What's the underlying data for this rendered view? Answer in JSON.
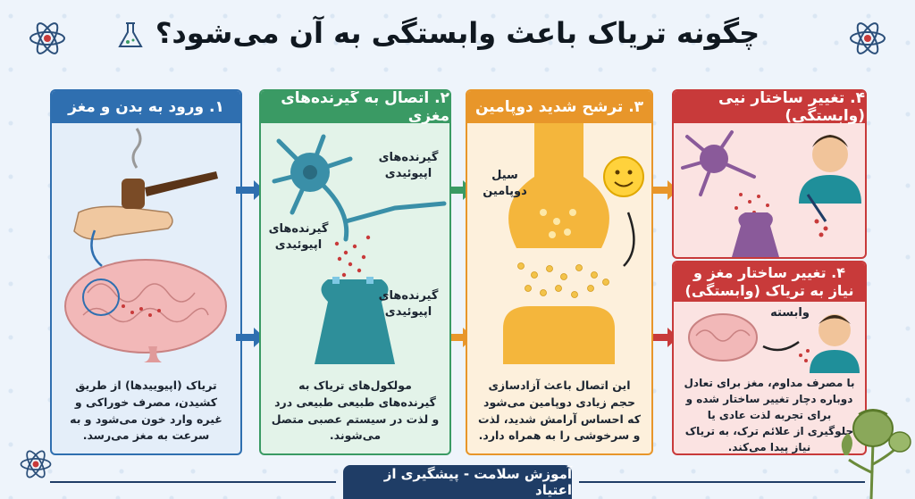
{
  "title": "چگونه تریاک باعث وابستگی به آن می‌شود؟",
  "footer": "آموزش سلامت - پیشگیری از اعتیاد",
  "icons": [
    "atom-icon",
    "atom-icon",
    "flask-icon",
    "atom-icon"
  ],
  "colors": {
    "blue": "#2f6fb0",
    "green": "#3a9a64",
    "orange": "#e8962a",
    "red": "#c83a3a"
  },
  "panels": {
    "p1": {
      "heading": "۱. ورود به بدن و مغز",
      "caption": "تریاک (اپیوییدها) از طریق کشیدن، مصرف خوراکی و غیره وارد خون می‌شود و به سرعت به مغز می‌رسد."
    },
    "p2": {
      "heading": "۲. اتصال به گیرنده‌های مغزی",
      "label_top": "گیرنده‌های اپیوئیدی",
      "label_mid": "گیرنده‌های اپیوئیدی",
      "label_bottom": "گیرنده‌های اپیوئیدی",
      "caption": "مولکول‌های تریاک به گیرنده‌های طبیعی طبیعی درد و لذت در سیستم عصبی متصل می‌شوند."
    },
    "p3": {
      "heading": "۳. ترشح شدید دوپامین",
      "label": "سیل دوپامین",
      "caption": "این اتصال باعث آزادسازی حجم زیادی دوپامین می‌شود که احساس آرامش شدید، لذت و سرخوشی را به همراه دارد."
    },
    "p4": {
      "heading": "۴. تغییر ساختار نیی (وابستگی)"
    },
    "p5": {
      "heading": "۴. تغییر ساختار مغز و نیاز به تریاک (وابستگی)",
      "label": "وابسته",
      "caption": "با مصرف مداوم، مغز برای تعادل دوباره دچار تغییر ساختار شده و برای تجربه لذت عادی یا جلوگیری از علائم ترک، به تریاک نیاز پیدا می‌کند."
    }
  }
}
